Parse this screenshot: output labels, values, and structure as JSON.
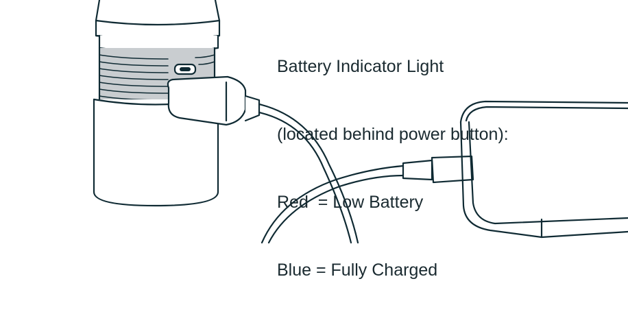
{
  "caption": {
    "line1": "Battery Indicator Light",
    "line2": "(located behind power button):",
    "line3": "Red  = Low Battery",
    "line4": "Blue = Fully Charged"
  },
  "colors": {
    "ink": "#0f2a33",
    "shade": "#c9cdd0",
    "paper": "#ffffff"
  },
  "icons": [
    "flashlight-device",
    "usb-cable",
    "power-bank"
  ]
}
